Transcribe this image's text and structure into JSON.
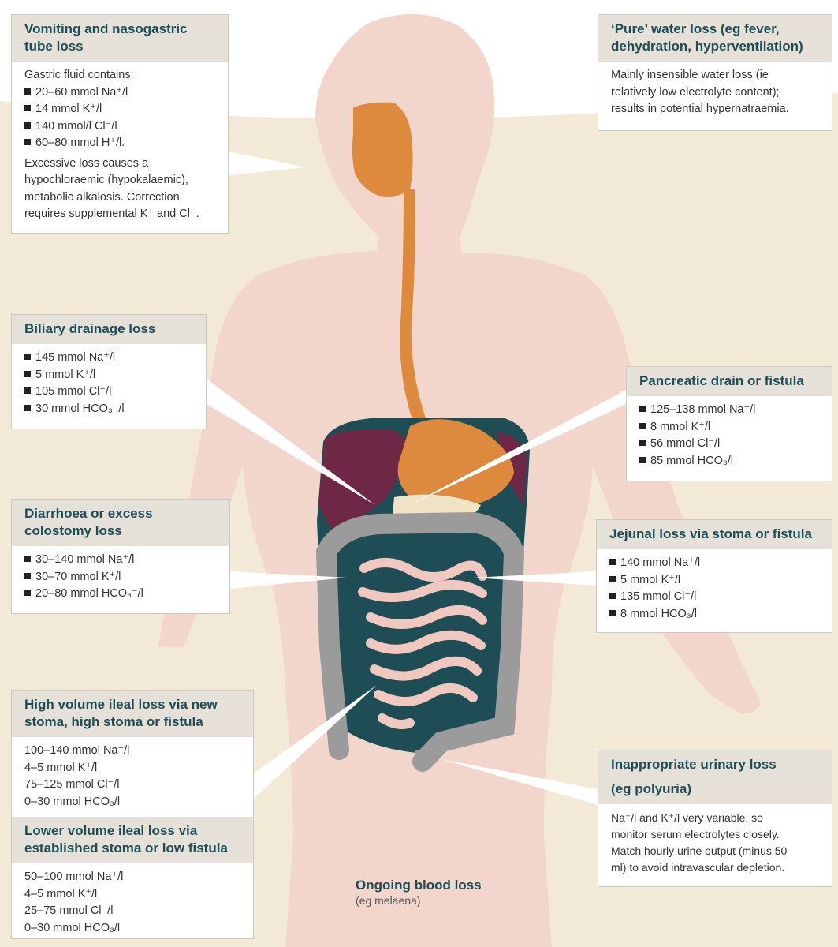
{
  "boxes": {
    "vomiting": {
      "title_1": "Vomiting and nasogastric",
      "title_2": "tube loss",
      "intro": "Gastric fluid contains:",
      "items": [
        "20–60 mmol Na⁺/l",
        "14 mmol K⁺/l",
        "140 mmol/l Cl⁻/l",
        "60–80 mmol H⁺/l."
      ],
      "note_lines": [
        "Excessive loss causes a",
        "hypochloraemic (hypokalaemic),",
        "metabolic alkalosis. Correction",
        "requires supplemental K⁺ and Cl⁻."
      ]
    },
    "water": {
      "title_1": "‘Pure’ water loss (eg fever,",
      "title_2": "dehydration, hyperventilation)",
      "note_lines": [
        "Mainly insensible water loss (ie",
        "relatively low electrolyte content);",
        "results in potential hypernatraemia."
      ]
    },
    "biliary": {
      "title": "Biliary drainage loss",
      "items": [
        "145 mmol Na⁺/l",
        "5 mmol K⁺/l",
        "105 mmol Cl⁻/l",
        "30 mmol HCO₃⁻/l"
      ]
    },
    "pancreatic": {
      "title": "Pancreatic drain or fistula",
      "items": [
        "125–138 mmol Na⁺/l",
        "8 mmol K⁺/l",
        "56 mmol Cl⁻/l",
        "85 mmol HCO₃/l"
      ]
    },
    "diarrhoea": {
      "title_1": "Diarrhoea or excess",
      "title_2": "colostomy loss",
      "items": [
        "30–140 mmol Na⁺/l",
        "30–70 mmol K⁺/l",
        "20–80 mmol HCO₃⁻/l"
      ]
    },
    "jejunal": {
      "title": "Jejunal loss via stoma or fistula",
      "items": [
        "140 mmol Na⁺/l",
        "5 mmol K⁺/l",
        "135 mmol Cl⁻/l",
        "8 mmol HCO₃/l"
      ]
    },
    "high_ileal": {
      "title_1": "High volume ileal loss via new",
      "title_2": "stoma, high stoma or fistula",
      "items": [
        "100–140 mmol Na⁺/l",
        "4–5 mmol K⁺/l",
        "75–125 mmol Cl⁻/l",
        "0–30 mmol HCO₃/l"
      ]
    },
    "low_ileal": {
      "title_1": "Lower volume ileal loss via",
      "title_2": "established stoma or low fistula",
      "items": [
        "50–100 mmol Na⁺/l",
        "4–5 mmol K⁺/l",
        "25–75 mmol Cl⁻/l",
        "0–30 mmol HCO₃/l"
      ]
    },
    "urinary": {
      "title_1": "Inappropriate urinary loss",
      "title_2": "(eg polyuria)",
      "note_lines": [
        "Na⁺/l and K⁺/l very variable, so",
        "monitor serum electrolytes closely.",
        "Match hourly urine output (minus 50",
        "ml) to avoid intravascular depletion."
      ]
    }
  },
  "blood_loss": {
    "title": "Ongoing blood loss",
    "subtitle": "(eg melaena)"
  },
  "colors": {
    "body_skin": "#f3d6cb",
    "background_band": "#f2ead7",
    "esophagus_stomach": "#dd8a3e",
    "liver": "#6e2744",
    "abdomen_cavity": "#1f4d56",
    "small_intestine": "#f1c8bf",
    "colon": "#9b9b9b",
    "pancreas": "#efe3c3",
    "header_text": "#1e4d57",
    "header_bg": "#e5e1d9"
  }
}
